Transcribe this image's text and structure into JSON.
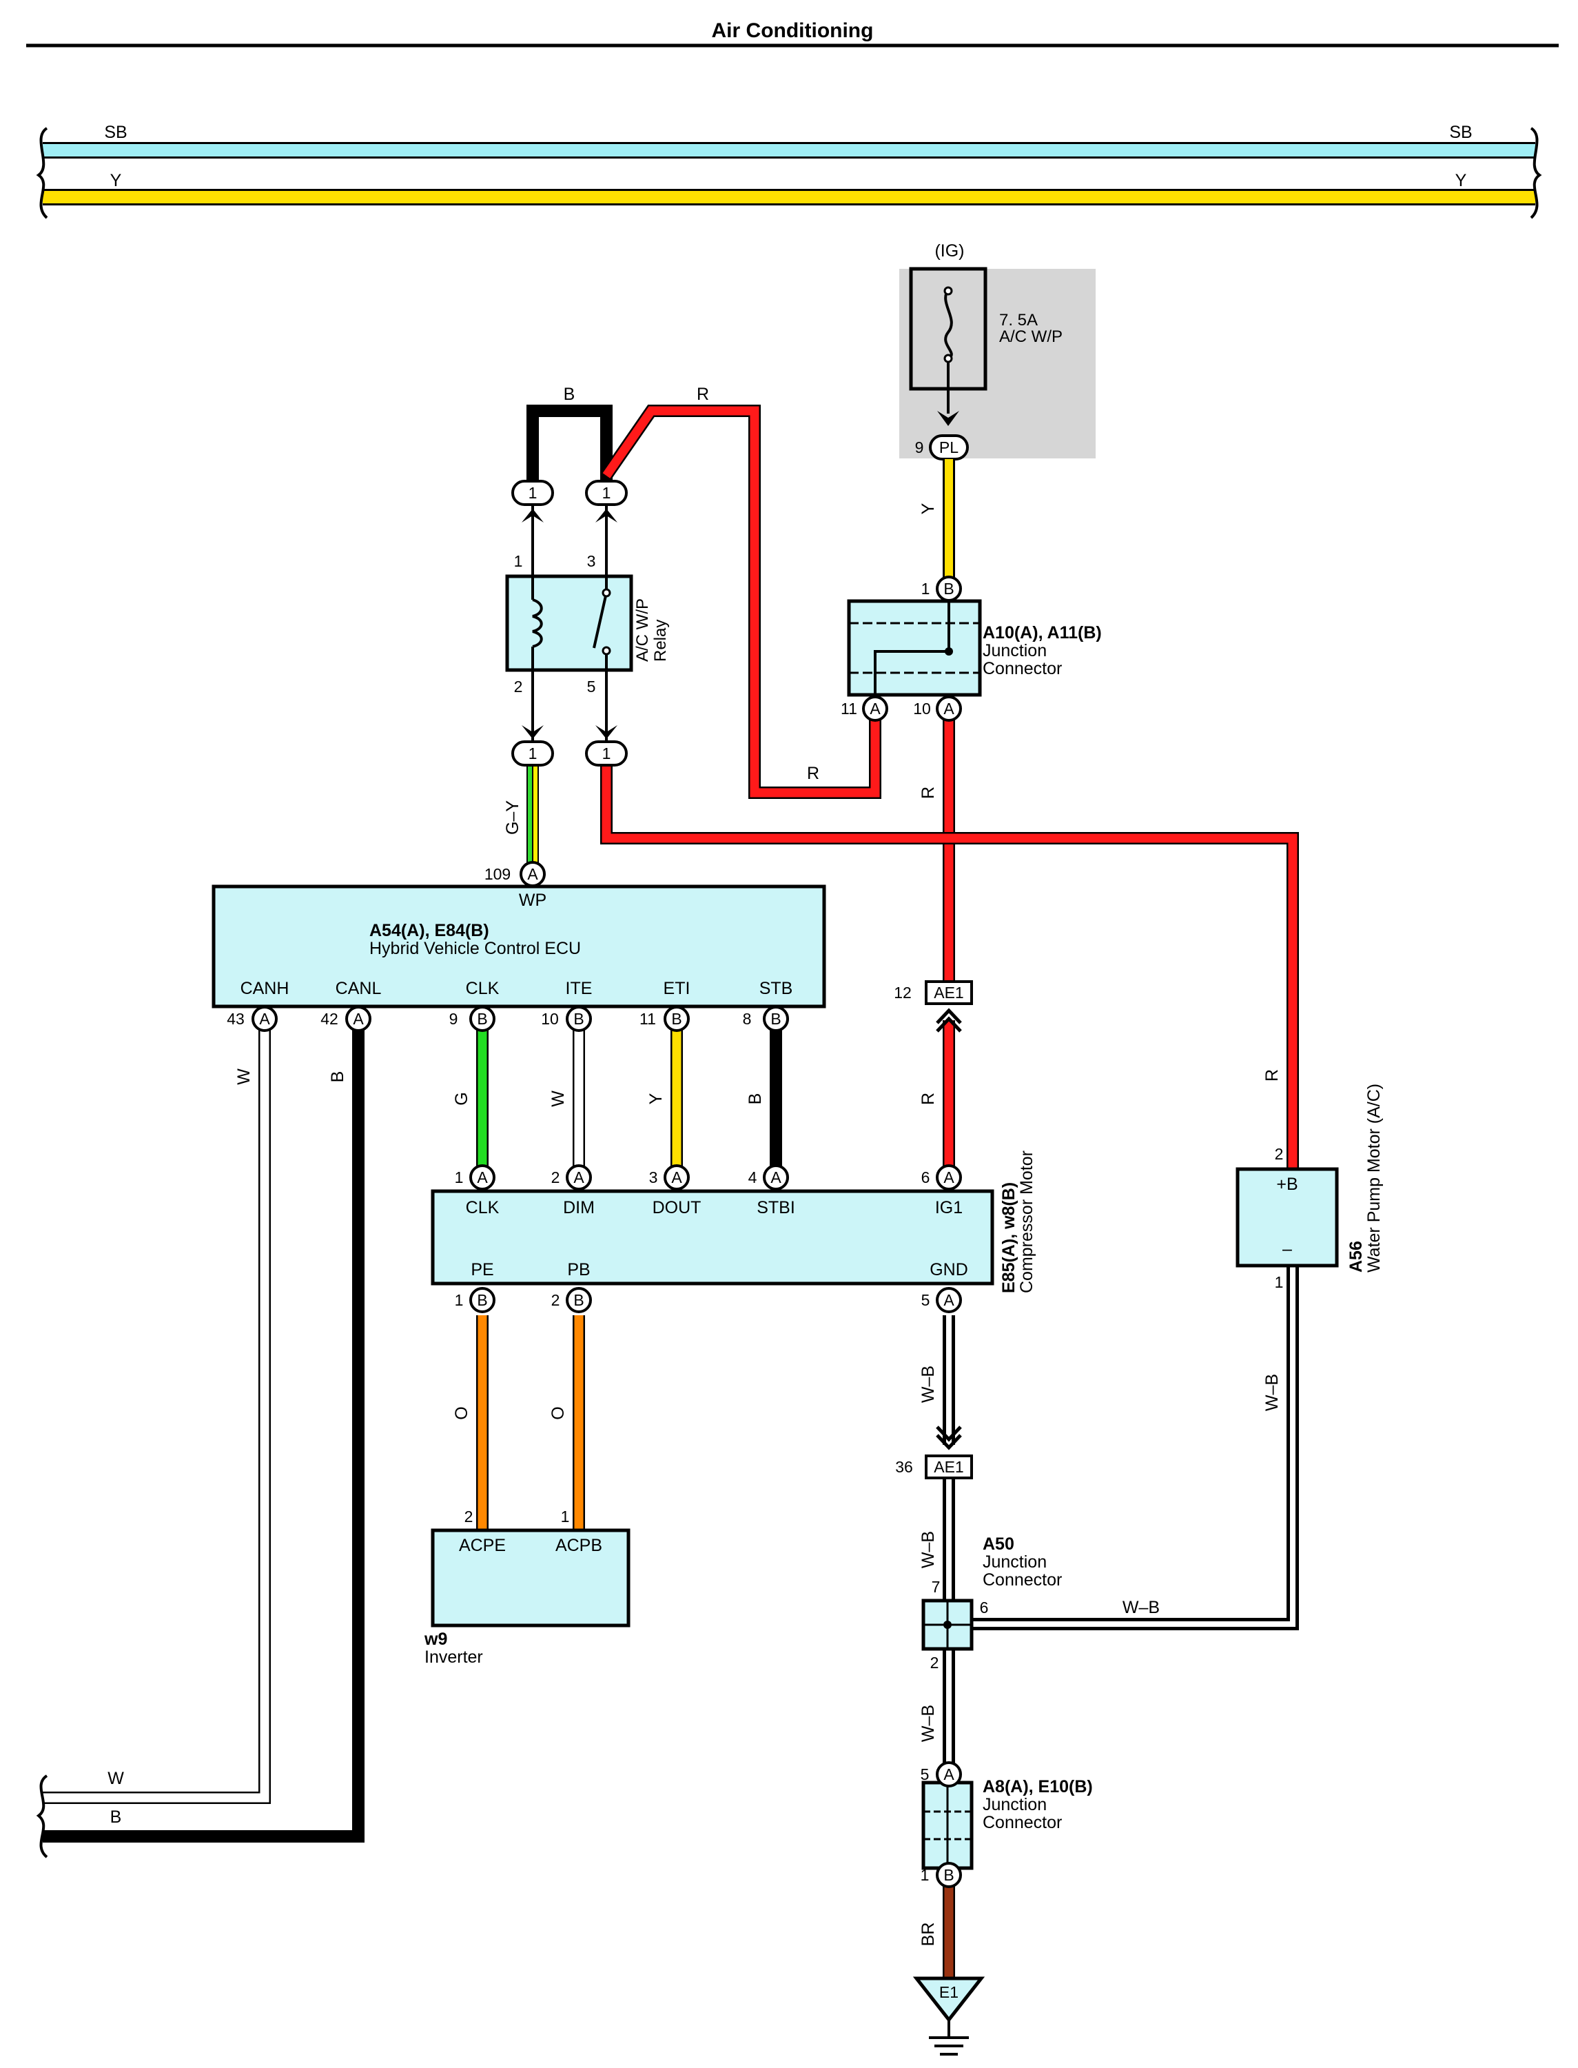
{
  "title": "Air Conditioning",
  "colors": {
    "R": "#ff1a1a",
    "B": "#000000",
    "Y": "#ffe000",
    "SB": "#9feef5",
    "G": "#22dd22",
    "G-Y_green": "#33dd33",
    "G-Y_yellow": "#ffee00",
    "O": "#ff8800",
    "BR": "#993311",
    "W": "#ffffff",
    "component_fill": "#ccf5f8",
    "fuse_box_fill": "#d6d6d6"
  },
  "buses": {
    "sb_left": "SB",
    "sb_right": "SB",
    "y_left": "Y",
    "y_right": "Y",
    "w_left": "W",
    "b_left": "B"
  },
  "fuse": {
    "source": "(IG)",
    "rating": "7. 5A",
    "name": "A/C W/P",
    "pin_number": "9",
    "pin_connector": "PL"
  },
  "relay": {
    "name_line1": "A/C W/P",
    "name_line2": "Relay",
    "pin1": "1",
    "pin2": "2",
    "pin3": "3",
    "pin5": "5",
    "conn_top_left": "1",
    "conn_top_right": "1",
    "conn_bottom_left": "1",
    "conn_bottom_right": "1"
  },
  "wire_labels": {
    "relay_top_b": "B",
    "relay_top_r": "R",
    "fuse_y": "Y",
    "relay_out_r": "R",
    "junction_out_r": "R",
    "ecu_wp": "G–Y",
    "canh": "W",
    "canl": "B",
    "clk": "G",
    "ite": "W",
    "eti": "Y",
    "stb": "B",
    "ig1": "R",
    "pump_r": "R",
    "pe": "O",
    "pb": "O",
    "gnd1": "W–B",
    "gnd2": "W–B",
    "gnd3": "W–B",
    "pump_gnd": "W–B",
    "a50_6": "W–B",
    "ground_br": "BR"
  },
  "junction_a10": {
    "code": "A10(A), A11(B)",
    "line1": "Junction",
    "line2": "Connector",
    "pin_top_num": "1",
    "pin_top_conn": "B",
    "pin_left_num": "11",
    "pin_left_conn": "A",
    "pin_right_num": "10",
    "pin_right_conn": "A"
  },
  "ecu": {
    "code": "A54(A), E84(B)",
    "name": "Hybrid Vehicle Control ECU",
    "wp_label": "WP",
    "wp_num": "109",
    "wp_conn": "A",
    "pins": [
      {
        "label": "CANH",
        "num": "43",
        "conn": "A"
      },
      {
        "label": "CANL",
        "num": "42",
        "conn": "A"
      },
      {
        "label": "CLK",
        "num": "9",
        "conn": "B"
      },
      {
        "label": "ITE",
        "num": "10",
        "conn": "B"
      },
      {
        "label": "ETI",
        "num": "11",
        "conn": "B"
      },
      {
        "label": "STB",
        "num": "8",
        "conn": "B"
      }
    ]
  },
  "ae1_top": {
    "num": "12",
    "label": "AE1"
  },
  "ae1_bottom": {
    "num": "36",
    "label": "AE1"
  },
  "compressor": {
    "code": "E85(A), w8(B)",
    "name": "Compressor Motor",
    "top_pins": [
      {
        "label": "CLK",
        "num": "1",
        "conn": "A"
      },
      {
        "label": "DIM",
        "num": "2",
        "conn": "A"
      },
      {
        "label": "DOUT",
        "num": "3",
        "conn": "A"
      },
      {
        "label": "STBI",
        "num": "4",
        "conn": "A"
      },
      {
        "label": "IG1",
        "num": "6",
        "conn": "A"
      }
    ],
    "bottom_pins": [
      {
        "label": "PE",
        "num": "1",
        "conn": "B"
      },
      {
        "label": "PB",
        "num": "2",
        "conn": "B"
      },
      {
        "label": "GND",
        "num": "5",
        "conn": "A"
      }
    ]
  },
  "pump": {
    "code": "A56",
    "name": "Water Pump Motor (A/C)",
    "plus_label": "+B",
    "minus_label": "–",
    "pin_top": "2",
    "pin_bottom": "1"
  },
  "inverter": {
    "code": "w9",
    "name": "Inverter",
    "pin_acpe_label": "ACPE",
    "pin_acpe_num": "2",
    "pin_acpb_label": "ACPB",
    "pin_acpb_num": "1"
  },
  "junction_a50": {
    "code": "A50",
    "line1": "Junction",
    "line2": "Connector",
    "pin7": "7",
    "pin6": "6",
    "pin2": "2"
  },
  "junction_a8": {
    "code": "A8(A), E10(B)",
    "line1": "Junction",
    "line2": "Connector",
    "pin_top_num": "5",
    "pin_top_conn": "A",
    "pin_bottom_num": "1",
    "pin_bottom_conn": "B"
  },
  "ground": {
    "label": "E1"
  }
}
